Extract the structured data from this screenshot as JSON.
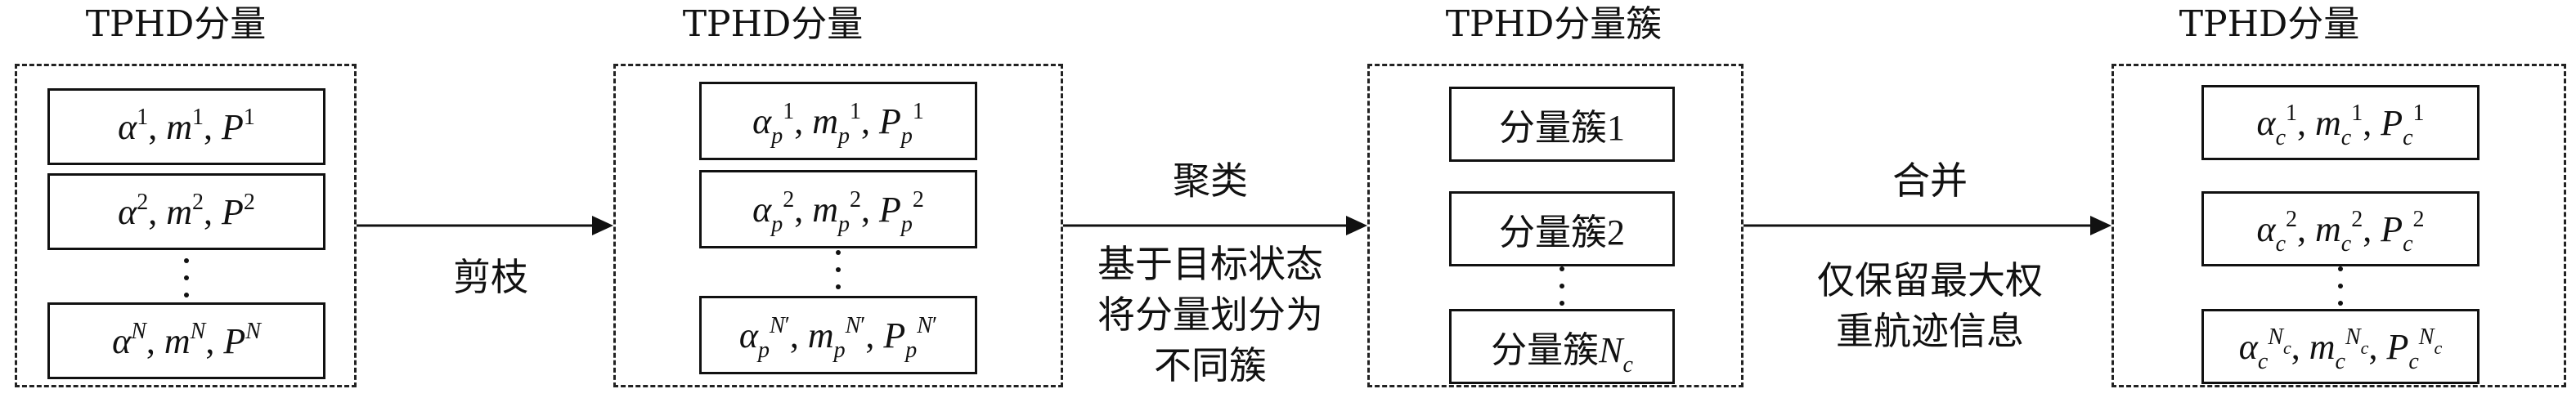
{
  "stages": [
    {
      "title": "TPHD分量"
    },
    {
      "title": "TPHD分量"
    },
    {
      "title": "TPHD分量簇"
    },
    {
      "title": "TPHD分量"
    }
  ],
  "cluster_labels": {
    "c1": "分量簇1",
    "c2": "分量簇2",
    "cN_prefix": "分量簇"
  },
  "arrows": [
    {
      "top_label": "",
      "bottom_lines": [
        "剪枝"
      ]
    },
    {
      "top_label": "聚类",
      "bottom_lines": [
        "基于目标状态",
        "将分量划分为",
        "不同簇"
      ]
    },
    {
      "top_label": "合并",
      "bottom_lines": [
        "仅保留最大权",
        "重航迹信息"
      ]
    }
  ]
}
